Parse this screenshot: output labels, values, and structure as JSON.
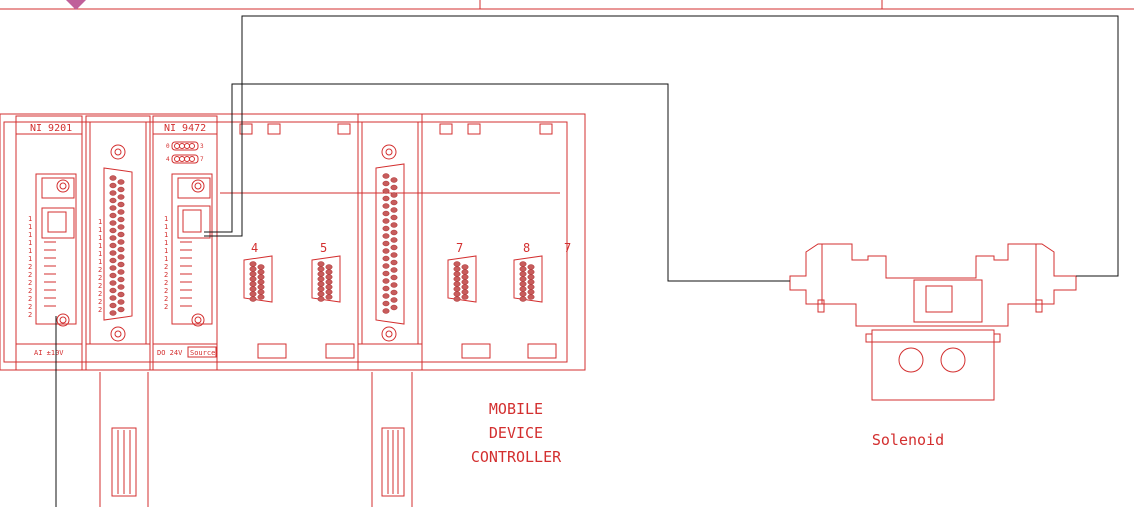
{
  "modules": {
    "slot1_name": "NI 9201",
    "slot1_footer": "AI ±10V",
    "slot3_name": "NI 9472",
    "slot3_footer_left": "DO 24V",
    "slot3_footer_right": "Source",
    "slot3_led_a": "0",
    "slot3_led_b": "3",
    "slot3_led_c": "4",
    "slot3_led_d": "7",
    "slot4_num": "4",
    "slot5_num": "5",
    "slot7_num": "7",
    "slot8_num": "8",
    "slot_extra_num": "7"
  },
  "labels": {
    "controller_line1": "MOBILE",
    "controller_line2": "DEVICE",
    "controller_line3": "CONTROLLER",
    "solenoid": "Solenoid"
  },
  "colors": {
    "drawing": "#d32f2f",
    "wire": "#111111",
    "accent": "#c0609a"
  }
}
